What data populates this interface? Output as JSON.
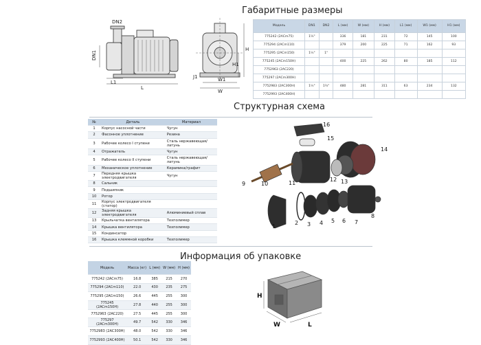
{
  "sections": {
    "dimensions_title": "Габаритные размеры",
    "structure_title": "Структурная схема",
    "packing_title": "Информация об упаковке"
  },
  "drawing_labels": {
    "dn2": "DN2",
    "dn1": "DN1",
    "l1": "L1",
    "l": "L",
    "h1": "H1",
    "h": "H",
    "j1": "J1",
    "w1": "W1",
    "w": "W"
  },
  "dims_table": {
    "headers": [
      "Модель",
      "DN1",
      "DN2",
      "L (мм)",
      "W (мм)",
      "H (мм)",
      "L1 (мм)",
      "W1 (мм)",
      "H1 (мм)"
    ],
    "rows": [
      {
        "model": "775242 (2ACm75)",
        "dn1": "1¼\"",
        "dn2": "",
        "l": "336",
        "w": "181",
        "h": "231",
        "l1": "72",
        "w1": "145",
        "h1": "100"
      },
      {
        "model": "775294 (2ACm110)",
        "dn1": "",
        "dn2": "",
        "l": "379",
        "w": "200",
        "h": "225",
        "l1": "71",
        "w1": "162",
        "h1": "93"
      },
      {
        "model": "775295 (2ACm150)",
        "dn1": "1½\"",
        "dn2": "1\"",
        "l": "",
        "w": "",
        "h": "",
        "l1": "",
        "w1": "",
        "h1": ""
      },
      {
        "model": "775245 (2ACm150H)",
        "dn1": "",
        "dn2": "",
        "l": "400",
        "w": "225",
        "h": "262",
        "l1": "80",
        "w1": "185",
        "h1": "112"
      },
      {
        "model": "7752963 (2AC220)",
        "dn1": "",
        "dn2": "",
        "l": "",
        "w": "",
        "h": "",
        "l1": "",
        "w1": "",
        "h1": ""
      },
      {
        "model": "775297 (2ACm300H)",
        "dn1": "",
        "dn2": "",
        "l": "",
        "w": "",
        "h": "",
        "l1": "",
        "w1": "",
        "h1": ""
      },
      {
        "model": "7752983 (2AC300H)",
        "dn1": "1½\"",
        "dn2": "1¼\"",
        "l": "480",
        "w": "281",
        "h": "311",
        "l1": "63",
        "w1": "234",
        "h1": "132"
      },
      {
        "model": "7752993 (2AC400H)",
        "dn1": "",
        "dn2": "",
        "l": "",
        "w": "",
        "h": "",
        "l1": "",
        "w1": "",
        "h1": ""
      }
    ]
  },
  "parts_table": {
    "headers": [
      "№",
      "Деталь",
      "Материал"
    ],
    "rows": [
      {
        "n": "1",
        "part": "Корпус насосной части",
        "material": "Чугун"
      },
      {
        "n": "2",
        "part": "Фасонное уплотнение",
        "material": "Резина"
      },
      {
        "n": "3",
        "part": "Рабочее колесо I ступени",
        "material": "Сталь нержавеющая/ латунь"
      },
      {
        "n": "4",
        "part": "Отражатель",
        "material": "Чугун"
      },
      {
        "n": "5",
        "part": "Рабочее колесо II ступени",
        "material": "Сталь нержавеющая/ латунь"
      },
      {
        "n": "6",
        "part": "Механическое уплотнение",
        "material": "Керамика/графит"
      },
      {
        "n": "7",
        "part": "Передняя крышка электродвигателя",
        "material": "Чугун"
      },
      {
        "n": "8",
        "part": "Сальник",
        "material": ""
      },
      {
        "n": "9",
        "part": "Подшипник",
        "material": ""
      },
      {
        "n": "10",
        "part": "Ротор",
        "material": ""
      },
      {
        "n": "11",
        "part": "Корпус электродвигателя (статор)",
        "material": ""
      },
      {
        "n": "12",
        "part": "Задняя крышка электродвигателя",
        "material": "Алюминиевый сплав"
      },
      {
        "n": "13",
        "part": "Крыльчатка вентилятора",
        "material": "Техполимер"
      },
      {
        "n": "14",
        "part": "Крышка вентилятора",
        "material": "Техполимер"
      },
      {
        "n": "15",
        "part": "Конденсатор",
        "material": ""
      },
      {
        "n": "16",
        "part": "Крышка клеммной коробки",
        "material": "Техполимер"
      }
    ]
  },
  "callouts": [
    "1",
    "2",
    "3",
    "4",
    "5",
    "6",
    "7",
    "8",
    "9",
    "10",
    "11",
    "12",
    "13",
    "14",
    "15",
    "16"
  ],
  "pack_table": {
    "headers": [
      "Модель",
      "Масса (кг)",
      "L (мм)",
      "W (мм)",
      "H (мм)"
    ],
    "rows": [
      {
        "model": "775242 (2ACm75)",
        "mass": "16.8",
        "l": "385",
        "w": "215",
        "h": "270"
      },
      {
        "model": "775294 (2ACm110)",
        "mass": "22.0",
        "l": "430",
        "w": "235",
        "h": "275"
      },
      {
        "model": "775295 (2ACm150)",
        "mass": "26.6",
        "l": "445",
        "w": "255",
        "h": "300"
      },
      {
        "model": "775245 (2ACm150H)",
        "mass": "27.8",
        "l": "440",
        "w": "255",
        "h": "300"
      },
      {
        "model": "7752963 (2AC220)",
        "mass": "27.5",
        "l": "445",
        "w": "255",
        "h": "300"
      },
      {
        "model": "775297 (2ACm300H)",
        "mass": "49.7",
        "l": "542",
        "w": "330",
        "h": "346"
      },
      {
        "model": "7752983 (2AC300H)",
        "mass": "48.0",
        "l": "542",
        "w": "330",
        "h": "346"
      },
      {
        "model": "7752993 (2AC400H)",
        "mass": "50.1",
        "l": "542",
        "w": "330",
        "h": "346"
      }
    ]
  },
  "box_labels": {
    "h": "H",
    "w": "W",
    "l": "L"
  }
}
